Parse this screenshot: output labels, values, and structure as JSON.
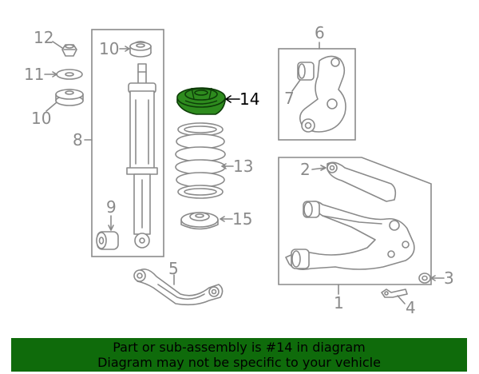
{
  "labels": {
    "l1": "1",
    "l2": "2",
    "l3": "3",
    "l4": "4",
    "l5": "5",
    "l6": "6",
    "l7": "7",
    "l8": "8",
    "l9": "9",
    "l10a": "10",
    "l10b": "10",
    "l11": "11",
    "l12": "12",
    "l13": "13",
    "l14": "14",
    "l15": "15"
  },
  "highlighted_part": "14",
  "highlight_color": "#2e8b1e",
  "banner": {
    "line1": "Part or sub-assembly is #14 in diagram",
    "line2": "Diagram may not be specific to your vehicle",
    "background": "#0f6b0b"
  }
}
